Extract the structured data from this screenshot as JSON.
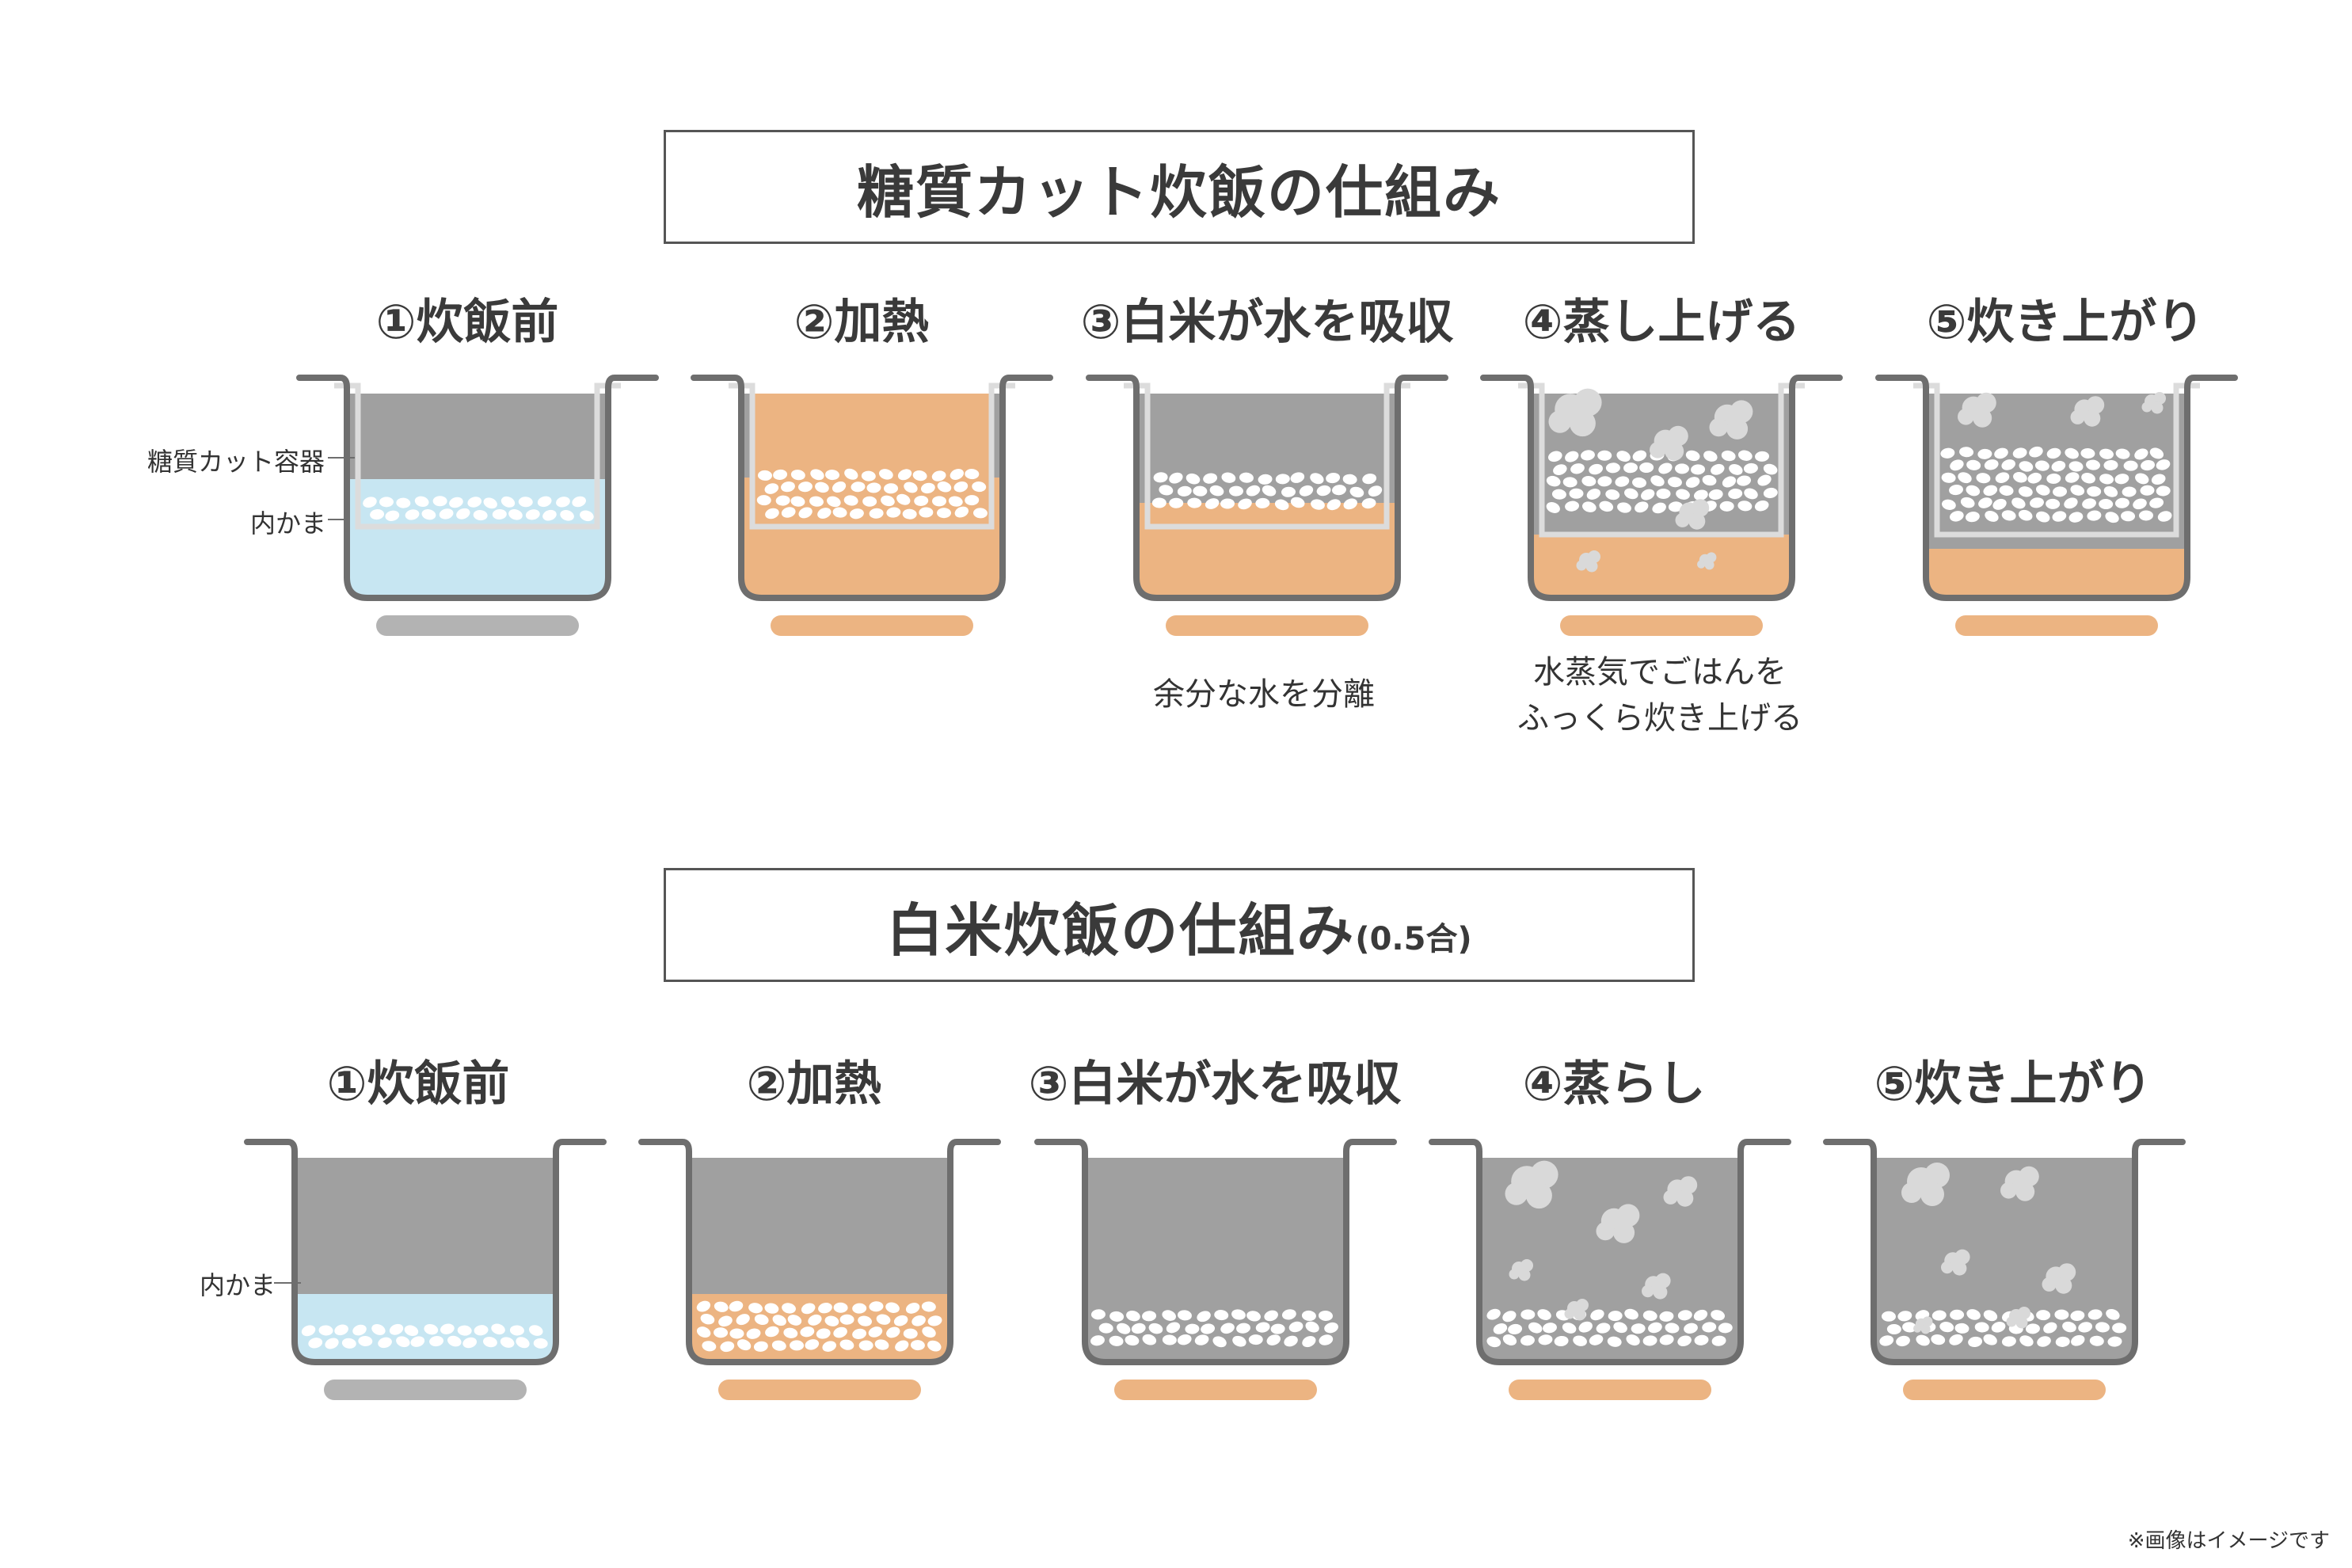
{
  "sections": [
    {
      "title": "糖質カット炊飯の仕組み",
      "title_suffix": "",
      "steps": [
        {
          "label": "①炊飯前",
          "caption": []
        },
        {
          "label": "②加熱",
          "caption": []
        },
        {
          "label": "③白米が水を吸収",
          "caption": [
            "余分な水を分離"
          ]
        },
        {
          "label": "④蒸し上げる",
          "caption": [
            "水蒸気でごはんを",
            "ふっくら炊き上げる"
          ]
        },
        {
          "label": "⑤炊き上がり",
          "caption": []
        }
      ],
      "side_labels": {
        "container": "糖質カット容器",
        "inner_pot": "内かま"
      }
    },
    {
      "title": "白米炊飯の仕組み",
      "title_suffix": "(0.5合)",
      "steps": [
        {
          "label": "①炊飯前",
          "caption": []
        },
        {
          "label": "②加熱",
          "caption": []
        },
        {
          "label": "③白米が水を吸収",
          "caption": []
        },
        {
          "label": "④蒸らし",
          "caption": []
        },
        {
          "label": "⑤炊き上がり",
          "caption": []
        }
      ],
      "side_labels": {
        "inner_pot": "内かま"
      }
    }
  ],
  "note": "※画像はイメージです",
  "colors": {
    "pot_body": "#a0a0a0",
    "pot_outline": "#6e6e6e",
    "water": "#c7e6f2",
    "heated_water": "#ecb482",
    "heater_off": "#b3b3b3",
    "heater_on": "#ecb482",
    "rice": "#ffffff",
    "steam": "#d9d9d9",
    "container": "#dcdcdc"
  }
}
